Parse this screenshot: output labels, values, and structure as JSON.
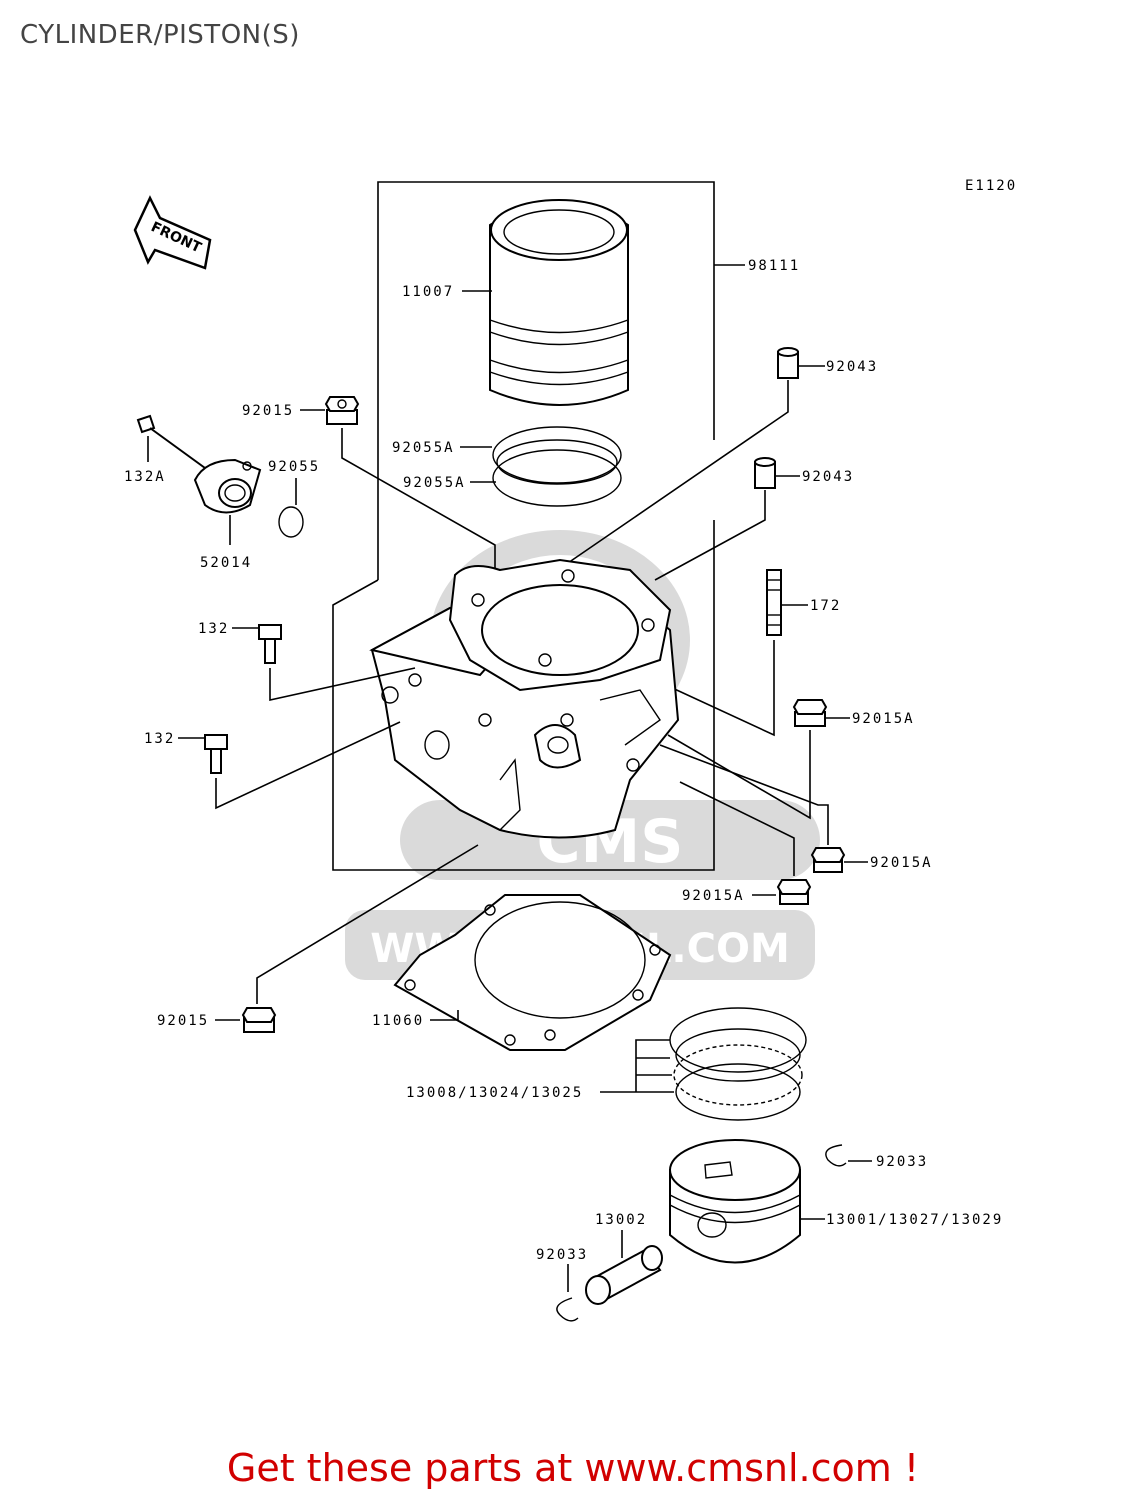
{
  "title": "CYLINDER/PISTON(S)",
  "diagram_code": "E1120",
  "front_arrow": "FRONT",
  "watermark": "WWW.CMSNL.COM",
  "watermark_logo": "CMS",
  "footer": "Get these parts at www.cmsnl.com !",
  "labels": {
    "p98111": "98111",
    "p11007": "11007",
    "p92043a": "92043",
    "p92043b": "92043",
    "p92015_top": "92015",
    "p92055A_1": "92055A",
    "p92055A_2": "92055A",
    "p132A": "132A",
    "p92055": "92055",
    "p52014": "52014",
    "p172": "172",
    "p132_a": "132",
    "p132_b": "132",
    "p92015A_1": "92015A",
    "p92015A_2": "92015A",
    "p92015A_3": "92015A",
    "p92015_bottom": "92015",
    "p11060": "11060",
    "p13008": "13008/13024/13025",
    "p92033_right": "92033",
    "p13001": "13001/13027/13029",
    "p13002": "13002",
    "p92033_left": "92033"
  }
}
